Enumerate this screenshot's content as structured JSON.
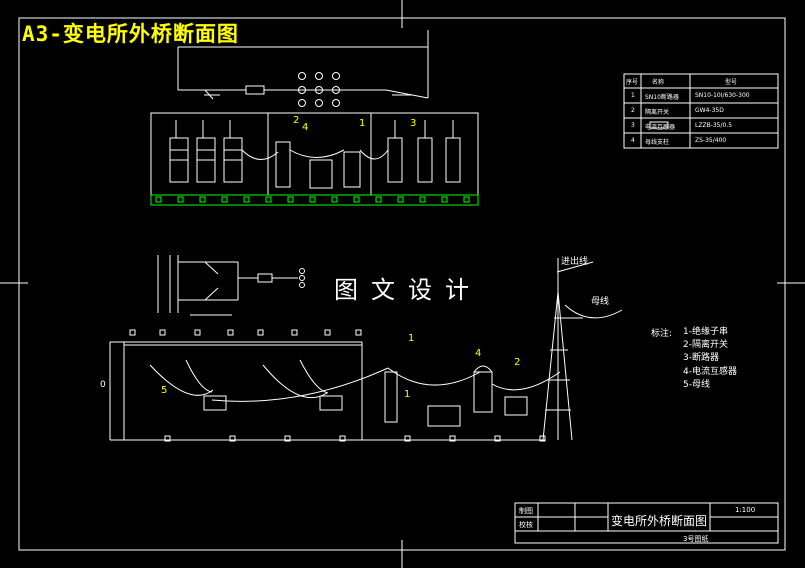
{
  "title": "A3-变电所外桥断面图",
  "watermark": "图文设计",
  "bom": {
    "headers": [
      "序号",
      "名称",
      "型号"
    ],
    "rows": [
      {
        "no": "1",
        "name": "SN10断路器",
        "model": "SN10-10I/630-300"
      },
      {
        "no": "2",
        "name": "隔离开关",
        "model": "GW4-35D"
      },
      {
        "no": "3",
        "name": "电流互感器",
        "model": "LZZB-35/0.5"
      },
      {
        "no": "4",
        "name": "母线支柱",
        "model": "ZS-35/400"
      }
    ]
  },
  "legend": {
    "heading": "标注:",
    "items": [
      "1-绝缘子串",
      "2-隔离开关",
      "3-断路器",
      "4-电流互感器",
      "5-母线"
    ]
  },
  "labels": {
    "incoming_line": "进出线",
    "bus_line": "母线",
    "top_callouts": [
      "2",
      "4",
      "1",
      "3"
    ],
    "bottom_callouts": [
      "1",
      "4",
      "2",
      "5",
      "1"
    ],
    "dim_mark": "0"
  },
  "title_block": {
    "drawn_label": "制图",
    "checked_label": "校核",
    "drawing_title": "变电所外桥断面图",
    "scale": "1:100",
    "sheet": "3号图纸"
  }
}
